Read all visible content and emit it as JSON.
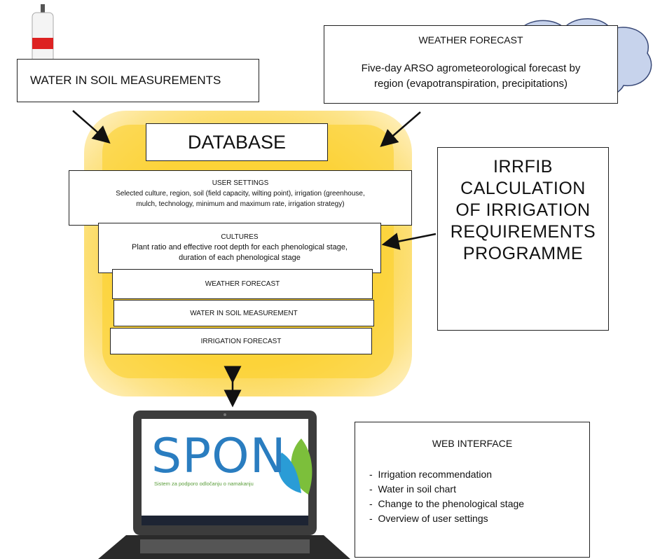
{
  "soil_measurements": {
    "label": "WATER IN SOIL MEASUREMENTS"
  },
  "weather": {
    "title": "WEATHER FORECAST",
    "desc_line1": "Five-day ARSO agrometeorological forecast by",
    "desc_line2": "region (evapotranspiration, precipitations)"
  },
  "database": {
    "title": "DATABASE",
    "user_settings": {
      "title": "USER SETTINGS",
      "line1": "Selected culture, region, soil (field capacity, wilting point), irrigation (greenhouse,",
      "line2": "mulch, technology, minimum and maximum rate, irrigation strategy)"
    },
    "cultures": {
      "title": "CULTURES",
      "line1": "Plant ratio and effective root depth for each phenological stage,",
      "line2": "duration of each phenological stage"
    },
    "weather_forecast": "WEATHER FORECAST",
    "water_in_soil": "WATER IN SOIL MEASUREMENT",
    "irrigation_forecast": "IRRIGATION FORECAST"
  },
  "irrfib": {
    "lines": [
      "IRRFIB",
      "CALCULATION",
      "OF IRRIGATION",
      "REQUIREMENTS",
      "PROGRAMME"
    ]
  },
  "web_interface": {
    "title": "WEB INTERFACE",
    "items": [
      "Irrigation recommendation",
      "Water in soil chart",
      "Change to the phenological stage",
      "Overview of user settings"
    ]
  },
  "logo": {
    "text": "SPON",
    "tagline": "Sistem za podporo odločanju o namakanju"
  },
  "colors": {
    "glow": "#fbd33b",
    "logo_blue": "#2a7dc0",
    "logo_green": "#5a9d3a"
  }
}
